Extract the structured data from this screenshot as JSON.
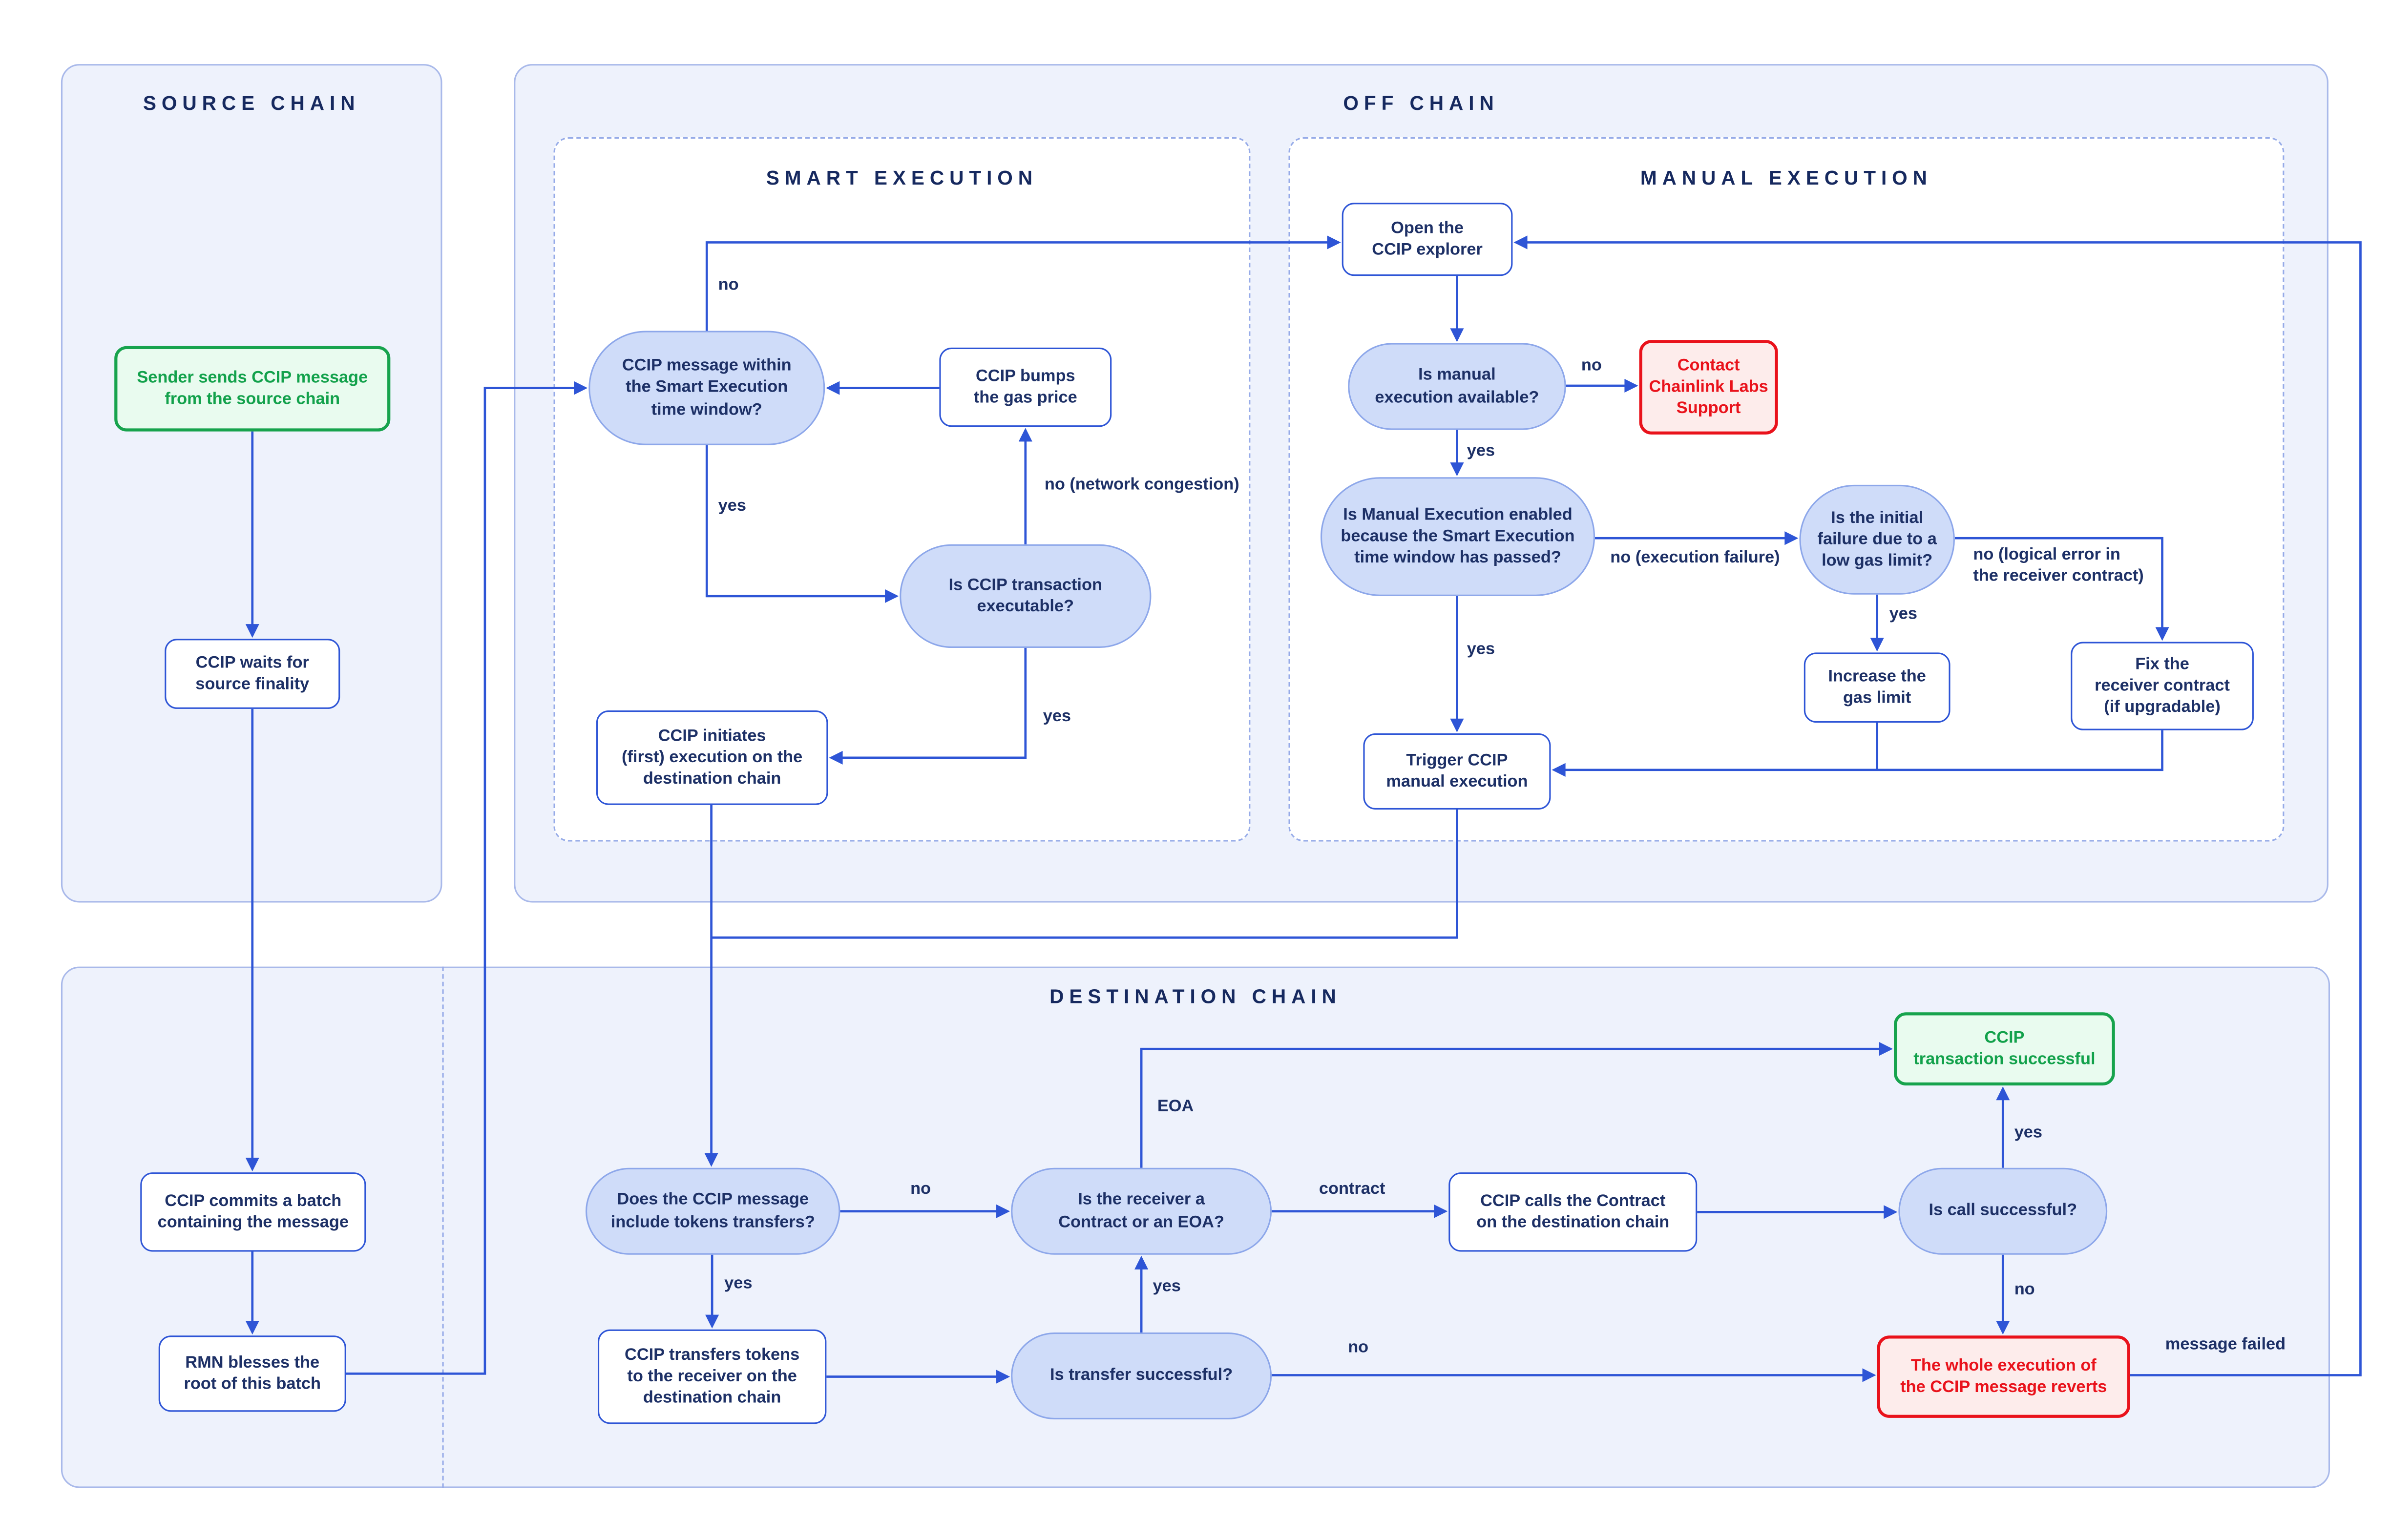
{
  "panels": {
    "source": {
      "title": "SOURCE CHAIN"
    },
    "offchain": {
      "title": "OFF CHAIN"
    },
    "smart": {
      "title": "SMART EXECUTION"
    },
    "manual": {
      "title": "MANUAL EXECUTION"
    },
    "destination": {
      "title": "DESTINATION CHAIN"
    }
  },
  "nodes": {
    "sender": {
      "label": "Sender sends CCIP message\nfrom the source chain"
    },
    "waits": {
      "label": "CCIP waits for\nsource finality"
    },
    "commits": {
      "label": "CCIP commits a batch\ncontaining the message"
    },
    "rmn": {
      "label": "RMN blesses the\nroot of this batch"
    },
    "window": {
      "label": "CCIP message within\nthe Smart Execution\ntime window?"
    },
    "bumps": {
      "label": "CCIP bumps\nthe gas price"
    },
    "executable": {
      "label": "Is CCIP transaction\nexecutable?"
    },
    "initiates": {
      "label": "CCIP initiates\n(first) execution on the\ndestination chain"
    },
    "explorer": {
      "label": "Open the\nCCIP explorer"
    },
    "available": {
      "label": "Is manual\nexecution available?"
    },
    "support": {
      "label": "Contact\nChainlink Labs\nSupport"
    },
    "enabled": {
      "label": "Is Manual Execution enabled\nbecause the Smart Execution\ntime window has passed?"
    },
    "lowgas": {
      "label": "Is the initial\nfailure due to a\nlow gas limit?"
    },
    "increase": {
      "label": "Increase the\ngas limit"
    },
    "fix": {
      "label": "Fix the\nreceiver contract\n(if upgradable)"
    },
    "trigger": {
      "label": "Trigger CCIP\nmanual execution"
    },
    "tokens": {
      "label": "Does the CCIP message\ninclude tokens transfers?"
    },
    "receiver": {
      "label": "Is the receiver a\nContract or an EOA?"
    },
    "calls": {
      "label": "CCIP calls the Contract\non the destination chain"
    },
    "call_ok": {
      "label": "Is call successful?"
    },
    "tx_ok": {
      "label": "CCIP\ntransaction successful"
    },
    "transfers": {
      "label": "CCIP transfers tokens\nto the receiver on the\ndestination chain"
    },
    "transfer_ok": {
      "label": "Is transfer successful?"
    },
    "reverts": {
      "label": "The whole execution of\nthe CCIP message reverts"
    }
  },
  "edge_labels": {
    "smart_no": "no",
    "smart_yes": "yes",
    "congestion": "no (network congestion)",
    "exec_yes": "yes",
    "manual_no": "no",
    "manual_yes": "yes",
    "exec_failure": "no (execution failure)",
    "enabled_yes": "yes",
    "lowgas_yes": "yes",
    "logical": "no (logical error in\nthe receiver contract)",
    "tokens_no": "no",
    "tokens_yes": "yes",
    "transfer_yes": "yes",
    "transfer_no": "no",
    "eoa": "EOA",
    "contract": "contract",
    "call_yes": "yes",
    "call_no": "no",
    "message_failed": "message failed"
  },
  "colors": {
    "accent_blue": "#2e55d6",
    "navy_text": "#1d3066",
    "title_navy": "#16295f",
    "green": "#17a34d",
    "red": "#e9121b",
    "panel_fill": "#eef2fc",
    "panel_border": "#a9b9ea",
    "decision_fill": "#cfdcf9",
    "decision_border": "#8da7ea"
  }
}
